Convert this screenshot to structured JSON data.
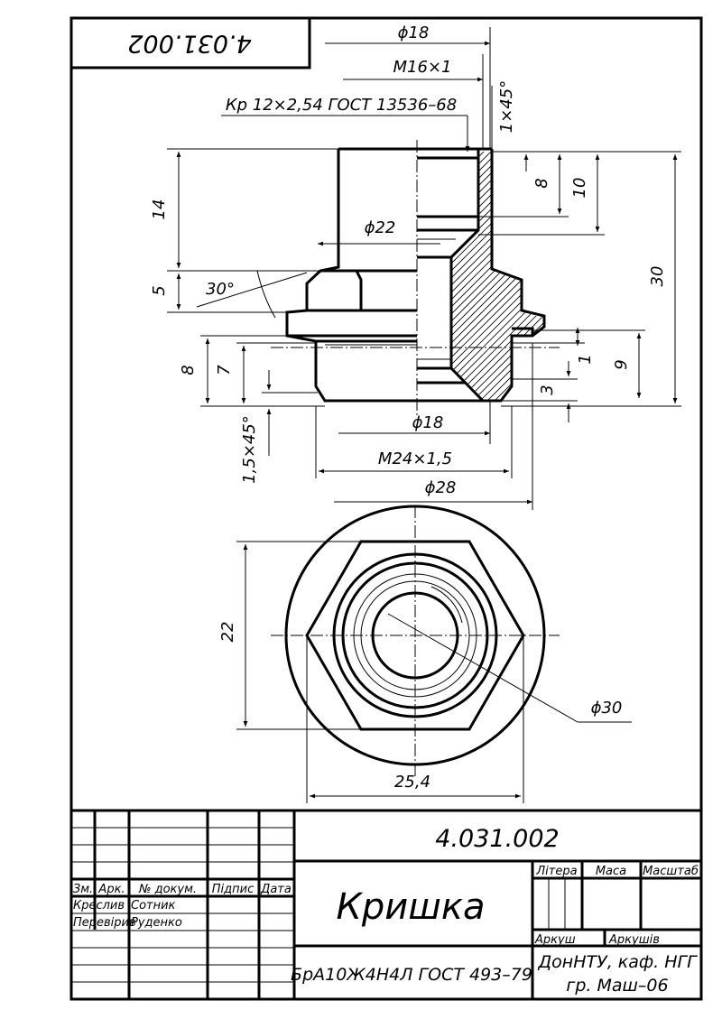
{
  "corner_code": "4.031.002",
  "dimensions": {
    "d18_top": "ϕ18",
    "m16": "M16×1",
    "kr": "Кр 12×2,54 ГОСТ 13536–68",
    "ch1x45": "1×45°",
    "d22": "ϕ22",
    "ang30": "30°",
    "v14": "14",
    "v5": "5",
    "v8_right": "8",
    "v10": "10",
    "v30": "30",
    "v8_left": "8",
    "v7": "7",
    "v1": "1",
    "v9": "9",
    "v3": "3",
    "ch15x45": "1,5×45°",
    "d18_bottom": "ϕ18",
    "m24": "M24×1,5",
    "d28": "ϕ28",
    "v22": "22",
    "d30": "ϕ30",
    "w254": "25,4"
  },
  "title_block": {
    "code": "4.031.002",
    "name": "Кришка",
    "material": "БрА10Ж4Н4Л ГОСТ 493–79",
    "org_line1": "ДонНТУ, каф. НГГ",
    "org_line2": "гр. Маш–06",
    "col_headers": [
      "Зм.",
      "Арк.",
      "№ докум.",
      "Підпис",
      "Дата"
    ],
    "row_designer_label": "Креслив",
    "row_designer_name": "Сотник",
    "row_checker_label": "Перевірив",
    "row_checker_name": "Руденко",
    "label_litera": "Літера",
    "label_masa": "Маса",
    "label_masshtab": "Масштаб",
    "label_arkush": "Аркуш",
    "label_arkushiv": "Аркушів"
  }
}
